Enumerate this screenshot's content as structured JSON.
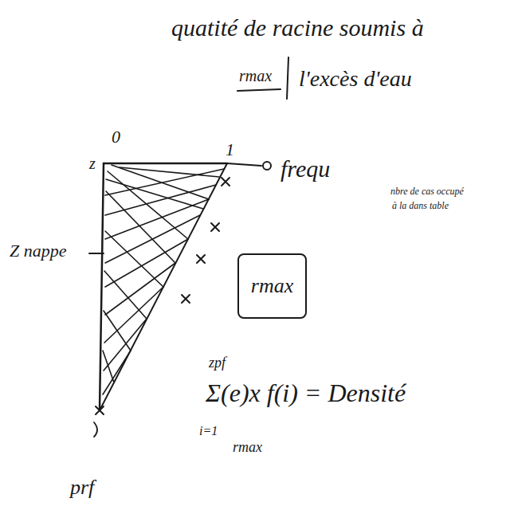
{
  "diagram": {
    "title": "quatité de racine soumis à",
    "nodes": [
      {
        "text": [
          "rmax"
        ]
      }
    ],
    "labels": [
      "rmax",
      "l'excès d'eau",
      "1",
      "0",
      "z",
      "Z nappe",
      "frequ",
      "nbre de cas occupé",
      "à la dans table",
      "zpf",
      "Σ(e)x f(i) = Densité",
      "i=1",
      "rmax",
      "prf"
    ]
  }
}
